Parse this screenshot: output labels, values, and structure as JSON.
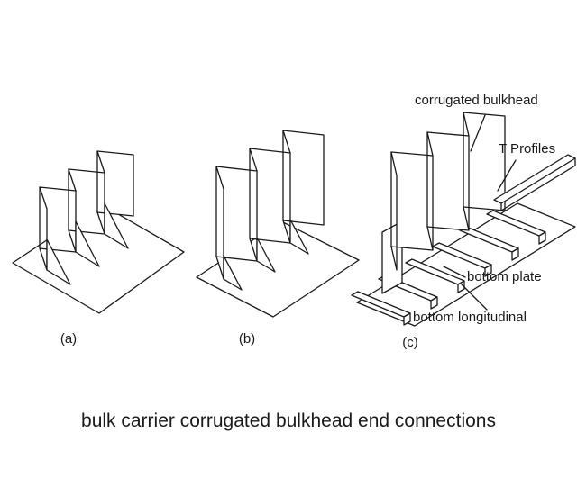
{
  "figures": {
    "a": {
      "label": "(a)"
    },
    "b": {
      "label": "(b)"
    },
    "c": {
      "label": "(c)"
    }
  },
  "annotations": {
    "corrugated_bulkhead": "corrugated bulkhead",
    "t_profiles": "T Profiles",
    "bottom_plate": "bottom plate",
    "bottom_longitudinal": "bottom longitudinal"
  },
  "caption": "bulk carrier corrugated bulkhead end connections",
  "colors": {
    "ink": "#1a1a1a",
    "background": "#ffffff"
  }
}
